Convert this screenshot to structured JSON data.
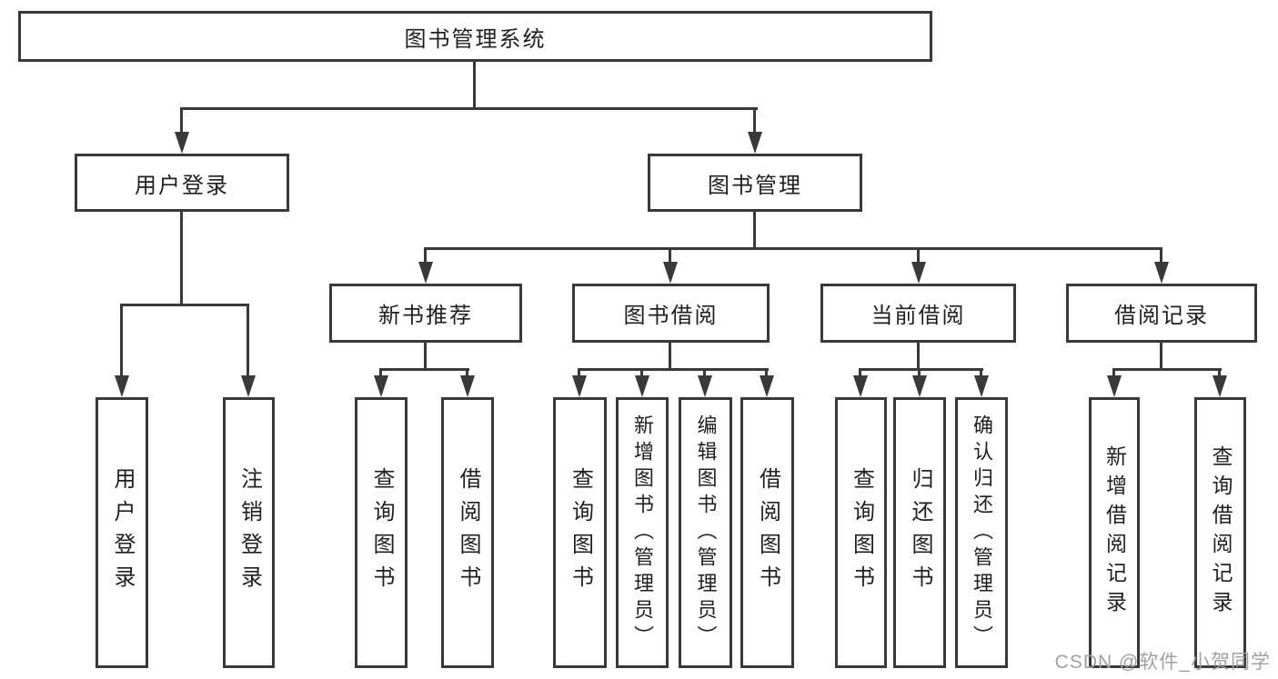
{
  "colors": {
    "line": "#39393b",
    "box_background": "#ffffff",
    "text": "#1f1f1f",
    "watermark": "#a0a0a0"
  },
  "watermark": "CSDN @软件_小贺同学",
  "tree": {
    "root": {
      "label": "图书管理系统",
      "children": [
        {
          "label": "用户登录",
          "children": [
            {
              "label": "用户登录"
            },
            {
              "label": "注销登录"
            }
          ]
        },
        {
          "label": "图书管理",
          "children": [
            {
              "label": "新书推荐",
              "children": [
                {
                  "label": "查询图书"
                },
                {
                  "label": "借阅图书"
                }
              ]
            },
            {
              "label": "图书借阅",
              "children": [
                {
                  "label": "查询图书"
                },
                {
                  "label": "新增图书（管理员）"
                },
                {
                  "label": "编辑图书（管理员）"
                },
                {
                  "label": "借阅图书"
                }
              ]
            },
            {
              "label": "当前借阅",
              "children": [
                {
                  "label": "查询图书"
                },
                {
                  "label": "归还图书"
                },
                {
                  "label": "确认归还（管理员）"
                }
              ]
            },
            {
              "label": "借阅记录",
              "children": [
                {
                  "label": "新增借阅记录"
                },
                {
                  "label": "查询借阅记录"
                }
              ]
            }
          ]
        }
      ]
    }
  }
}
